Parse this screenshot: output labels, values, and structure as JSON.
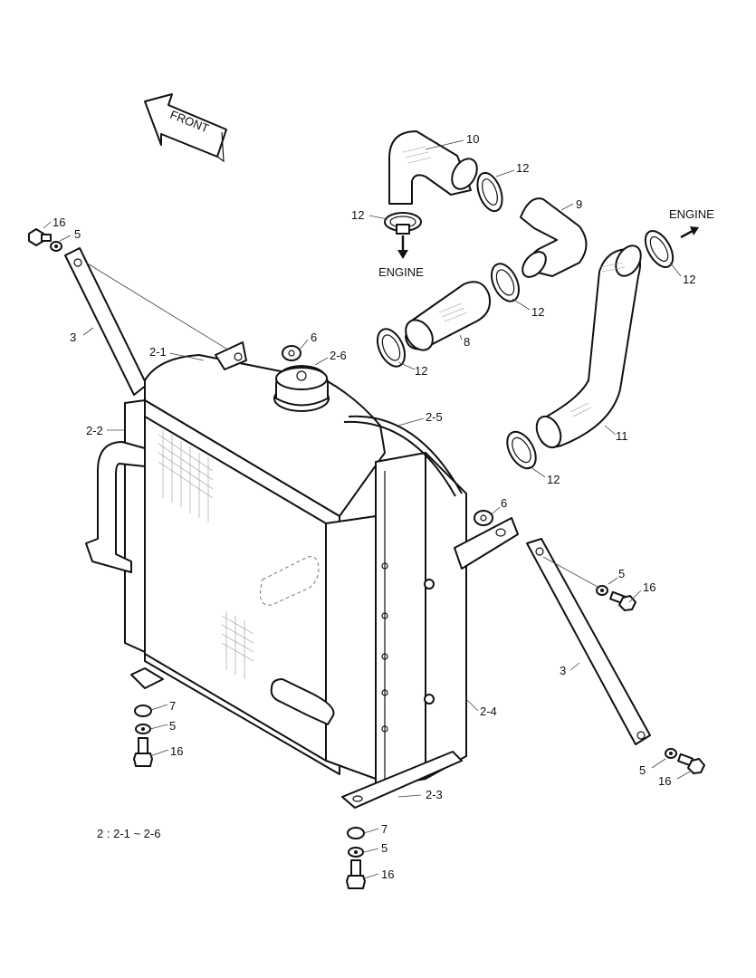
{
  "diagram": {
    "front_label": "FRONT",
    "engine_label_left": "ENGINE",
    "engine_label_right": "ENGINE",
    "note": "2 : 2-1 ~ 2-6",
    "callouts": {
      "c10": "10",
      "c12_a": "12",
      "c12_b": "12",
      "c9": "9",
      "c12_c": "12",
      "c12_d": "12",
      "c8": "8",
      "c12_e": "12",
      "c11": "11",
      "c12_f": "12",
      "c16_top": "16",
      "c5_top": "5",
      "c3_left": "3",
      "c2_1": "2-1",
      "c6_top": "6",
      "c2_6": "2-6",
      "c2_5": "2-5",
      "c2_2": "2-2",
      "c6_right": "6",
      "c5_right": "5",
      "c16_right": "16",
      "c3_right": "3",
      "c2_4": "2-4",
      "c7_left": "7",
      "c5_left": "5",
      "c16_left": "16",
      "c5_br": "5",
      "c16_br": "16",
      "c2_3": "2-3",
      "c7_bottom": "7",
      "c5_bottom": "5",
      "c16_bottom": "16"
    }
  }
}
